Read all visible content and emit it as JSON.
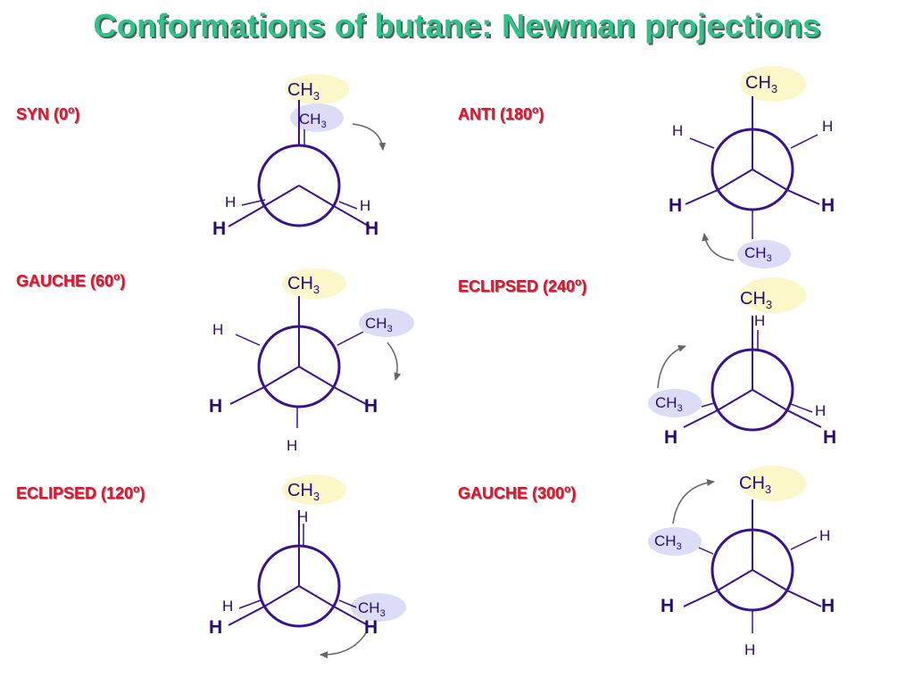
{
  "title": "Conformations of butane:  Newman projections",
  "colors": {
    "title": "#2fc38b",
    "label": "#e8102c",
    "bond": "#3a1290",
    "text": "#2a0a7a",
    "front_halo": "#fbf7c8",
    "back_halo": "#dcdcf6",
    "arrow": "#666666"
  },
  "conformations": [
    {
      "label": "SYN (0",
      "deg": "o",
      "close": ")"
    },
    {
      "label": "GAUCHE (60",
      "deg": "o",
      "close": ")"
    },
    {
      "label": "ECLIPSED (120",
      "deg": "o",
      "close": ")"
    },
    {
      "label": "ANTI (180",
      "deg": "o",
      "close": ")"
    },
    {
      "label": "ECLIPSED (240",
      "deg": "o",
      "close": ")"
    },
    {
      "label": "GAUCHE (300",
      "deg": "o",
      "close": ")"
    }
  ],
  "atoms": {
    "ch": "CH",
    "sub": "3",
    "h": "H"
  }
}
